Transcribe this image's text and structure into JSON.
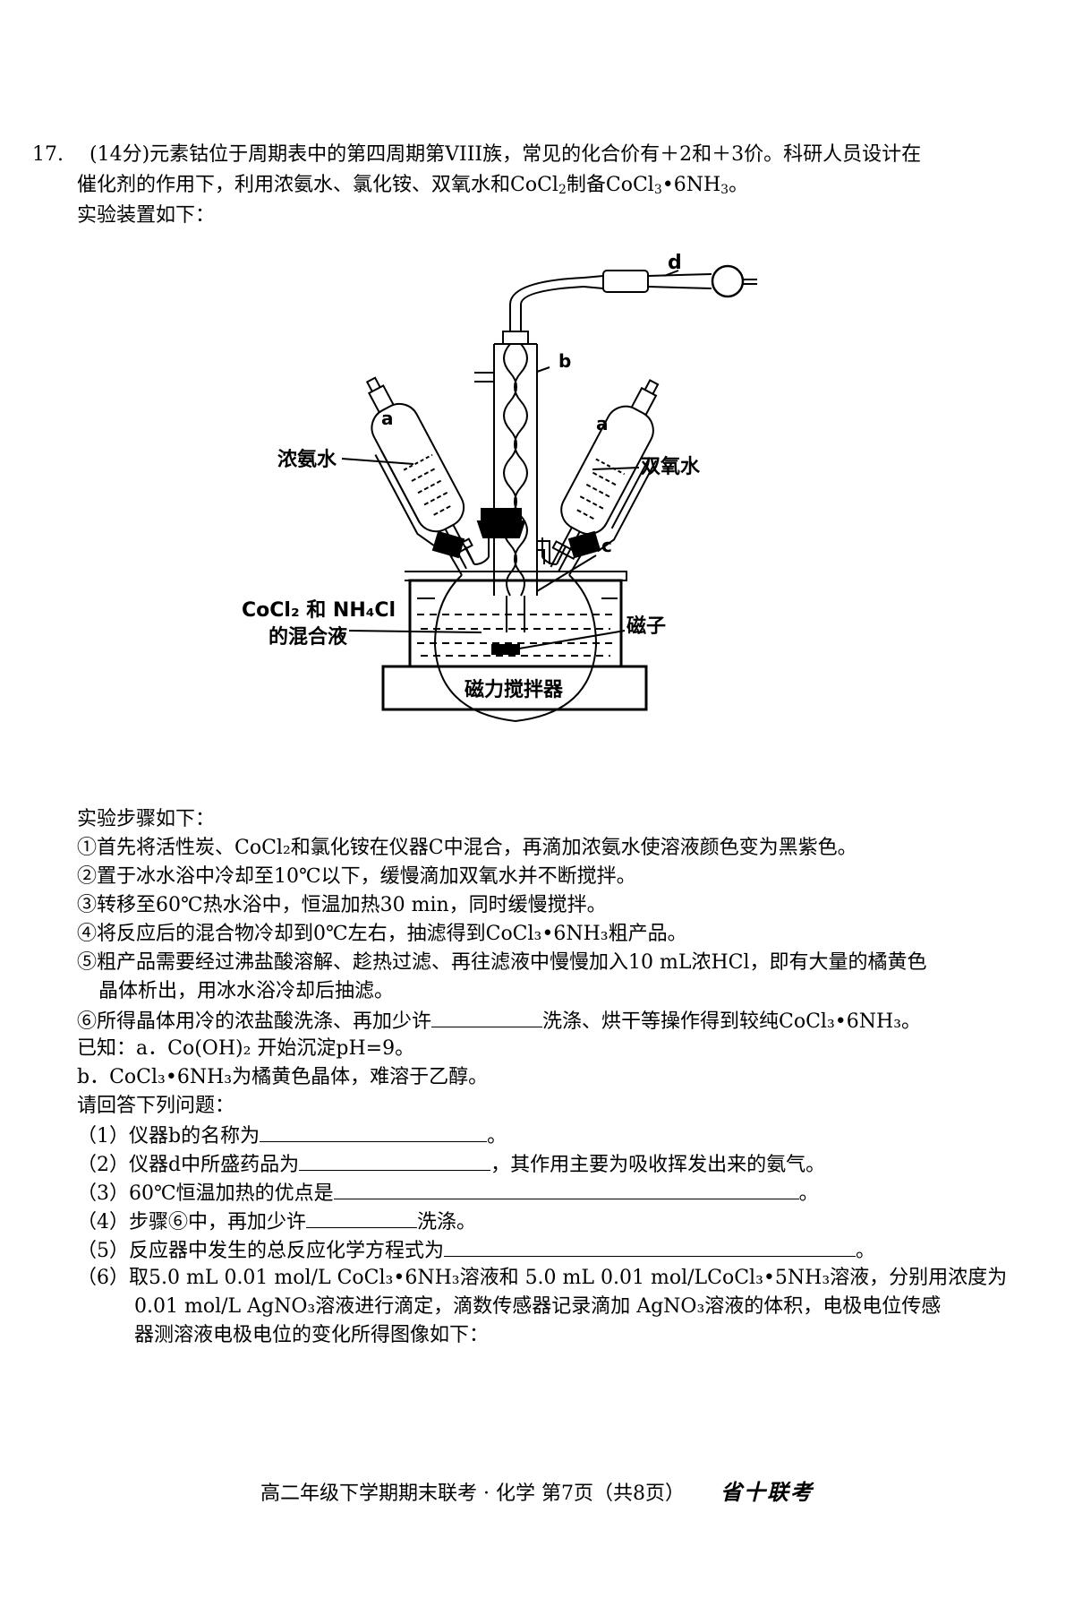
{
  "question": {
    "number": "17.",
    "intro_line1": "(14分)元素钴位于周期表中的第四周期第VIII族，常见的化合价有＋2和＋3价。科研人员设计在",
    "intro_line2_a": "催化剂的作用下，利用浓氨水、氯化铵、双氧水和CoCl",
    "intro_line2_b": "制备CoCl",
    "intro_line2_c": "•6NH",
    "intro_line2_d": "。",
    "apparatus_heading": "实验装置如下："
  },
  "figure": {
    "label_d": "d",
    "label_b": "b",
    "label_a_left": "a",
    "label_a_right": "a",
    "label_c": "c",
    "left_reagent": "浓氨水",
    "right_reagent": "双氧水",
    "mixture_line1": "CoCl₂ 和 NH₄Cl",
    "mixture_line2": "的混合液",
    "stir_bar": "磁子",
    "stirrer": "磁力搅拌器"
  },
  "steps": {
    "heading": "实验步骤如下：",
    "s1": "①首先将活性炭、CoCl₂和氯化铵在仪器C中混合，再滴加浓氨水使溶液颜色变为黑紫色。",
    "s2": "②置于冰水浴中冷却至10℃以下，缓慢滴加双氧水并不断搅拌。",
    "s3": "③转移至60℃热水浴中，恒温加热30 min，同时缓慢搅拌。",
    "s4": "④将反应后的混合物冷却到0℃左右，抽滤得到CoCl₃•6NH₃粗产品。",
    "s5a": "⑤粗产品需要经过沸盐酸溶解、趁热过滤、再往滤液中慢慢加入10 mL浓HCl，即有大量的橘黄色",
    "s5b": "晶体析出，用冰水浴冷却后抽滤。",
    "s6a": "⑥所得晶体用冷的浓盐酸洗涤、再加少许",
    "s6b": "洗涤、烘干等操作得到较纯CoCl₃•6NH₃。"
  },
  "known": {
    "a": "已知：a．Co(OH)₂ 开始沉淀pH=9。",
    "b": "b．CoCl₃•6NH₃为橘黄色晶体，难溶于乙醇。"
  },
  "questions": {
    "heading": "请回答下列问题：",
    "q1a": "（1）仪器b的名称为",
    "q1b": "。",
    "q2a": "（2）仪器d中所盛药品为",
    "q2b": "，其作用主要为吸收挥发出来的氨气。",
    "q3a": "（3）60℃恒温加热的优点是",
    "q3b": "。",
    "q4a": "（4）步骤⑥中，再加少许",
    "q4b": "洗涤。",
    "q5a": "（5）反应器中发生的总反应化学方程式为",
    "q5b": "。",
    "q6a": "（6）取5.0 mL 0.01 mol/L CoCl₃•6NH₃溶液和  5.0 mL 0.01 mol/LCoCl₃•5NH₃溶液，分别用浓度为",
    "q6b": "0.01 mol/L AgNO₃溶液进行滴定，滴数传感器记录滴加  AgNO₃溶液的体积，电极电位传感",
    "q6c": "器测溶液电极电位的变化所得图像如下："
  },
  "footer": {
    "text": "高二年级下学期期末联考 · 化学    第7页（共8页）",
    "seal": "省十联考"
  }
}
